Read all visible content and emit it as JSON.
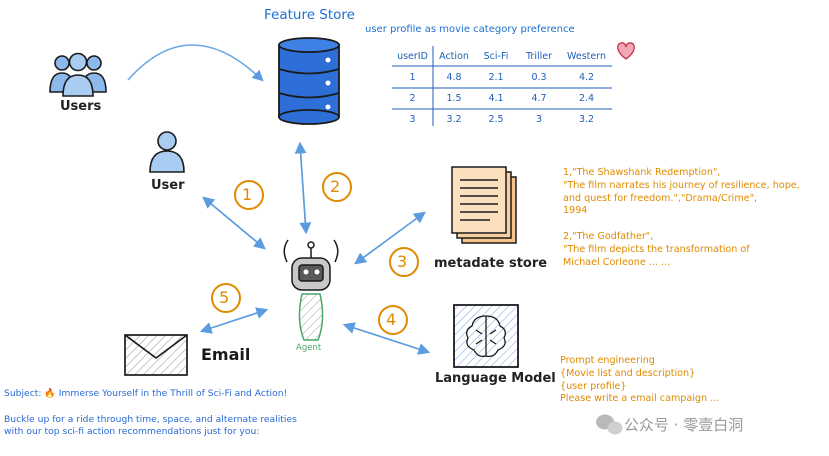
{
  "feature_store": {
    "title": "Feature Store",
    "subtitle": "user profile as movie category preference",
    "table": {
      "headers": [
        "userID",
        "Action",
        "Sci-Fi",
        "Triller",
        "Western"
      ],
      "rows": [
        [
          "1",
          "4.8",
          "2.1",
          "0.3",
          "4.2"
        ],
        [
          "2",
          "1.5",
          "4.1",
          "4.7",
          "2.4"
        ],
        [
          "3",
          "3.2",
          "2.5",
          "3",
          "3.2"
        ]
      ]
    }
  },
  "nodes": {
    "users": "Users",
    "user": "User",
    "agent": "Agent",
    "metadata_store": "metadate store",
    "language_model": "Language Model",
    "email": "Email"
  },
  "steps": [
    "1",
    "2",
    "3",
    "4",
    "5"
  ],
  "metadata_text": [
    "1,\"The Shawshank Redemption\",",
    "\"The film narrates his journey of resilience, hope,",
    "and quest for freedom.\",\"Drama/Crime\",",
    "1994",
    "",
    "2,\"The Godfather\",",
    "\"The film depicts the transformation of",
    "Michael Corleone ... ..."
  ],
  "prompt_text": [
    "Prompt engineering",
    "{Movie list and description}",
    "{user profile}",
    "Please write a email campaign ..."
  ],
  "email_text": [
    "Subject: 🔥 Immerse Yourself in the Thrill of Sci-Fi and Action!",
    "",
    "Buckle up for a ride through time, space, and alternate realities",
    "with our top sci-fi action recommendations just for you:"
  ],
  "watermark": "公众号 · 零壹白洞",
  "colors": {
    "blue": "#1f6fd0",
    "orange": "#e08a00",
    "db": "#2d6fd6",
    "agent_green": "#8fd3a8"
  }
}
